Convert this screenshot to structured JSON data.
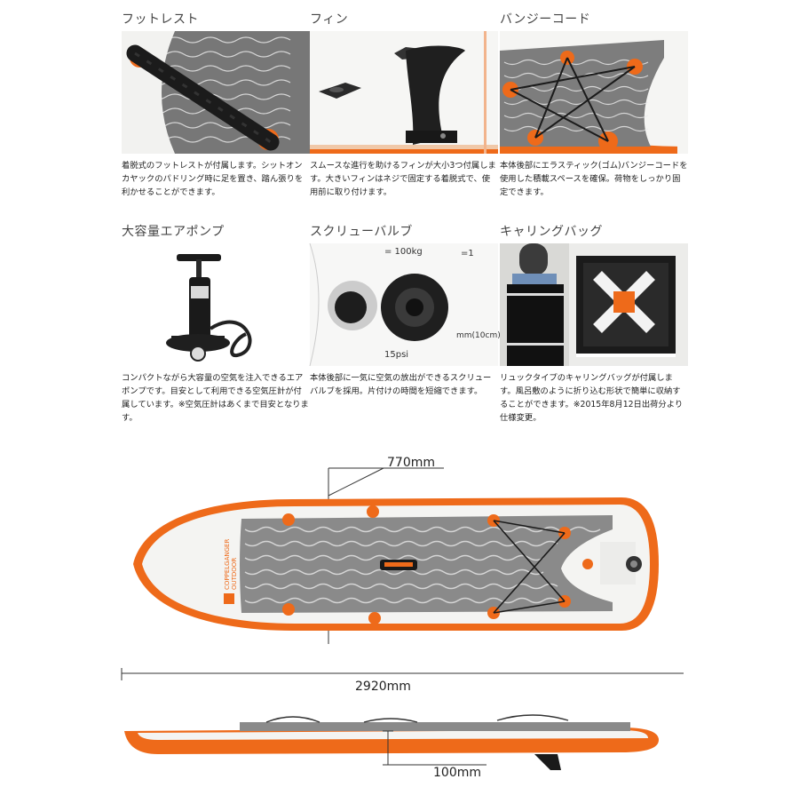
{
  "features": [
    {
      "title": "フットレスト",
      "icon": "footrest-photo",
      "desc": "着脱式のフットレストが付属します。シットオンカヤックのパドリング時に足を置き、踏ん張りを利かせることができます。"
    },
    {
      "title": "フィン",
      "icon": "fin-photo",
      "desc": "スムースな進行を助けるフィンが大小3つ付属します。大きいフィンはネジで固定する着脱式で、使用前に取り付けます。"
    },
    {
      "title": "バンジーコード",
      "icon": "bungee-cord-photo",
      "desc": "本体後部にエラスティック(ゴム)バンジーコードを使用した積載スペースを確保。荷物をしっかり固定できます。"
    },
    {
      "title": "大容量エアポンプ",
      "icon": "air-pump-photo",
      "desc": "コンパクトながら大容量の空気を注入できるエアポンプです。目安として利用できる空気圧計が付属しています。※空気圧計はあくまで目安となります。"
    },
    {
      "title": "スクリューバルブ",
      "icon": "screw-valve-photo",
      "desc": "本体後部に一気に空気の放出ができるスクリューバルブを採用。片付けの時間を短縮できます。",
      "photo_labels": {
        "weight": "= 100kg",
        "person": "=1",
        "pressure": "15psi",
        "size": "mm(10cm)"
      }
    },
    {
      "title": "キャリングバッグ",
      "icon": "carrying-bag-photo",
      "desc": "リュックタイプのキャリングバッグが付属します。風呂敷のように折り込む形状で簡単に収納することができます。※2015年8月12日出荷分より仕様変更。"
    }
  ],
  "dimensions": {
    "width": "770mm",
    "length": "2920mm",
    "thickness": "100mm"
  },
  "brand": {
    "line1": "COPPELGANGER",
    "line2": "OUTDOOR"
  },
  "colors": {
    "accent": "#ee6a1a",
    "deck_pad": "#8a8a8a",
    "board": "#f4f4f2"
  }
}
